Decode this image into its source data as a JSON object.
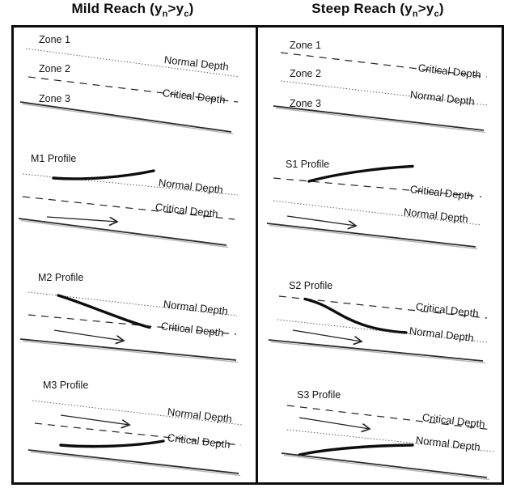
{
  "figure": {
    "left": {
      "title": {
        "pre": "Mild Reach (y",
        "sub_n": "n",
        "gt": ">y",
        "sub_c": "c",
        "close": ")"
      },
      "zones": {
        "zone_1": "Zone 1",
        "zone_2": "Zone 2",
        "zone_3": "Zone 3",
        "upper_line_label": "Normal Depth",
        "lower_line_label": "Critical Depth"
      },
      "profiles": [
        {
          "name": "M1 Profile",
          "upper_line_label": "Normal Depth",
          "lower_line_label": "Critical Depth"
        },
        {
          "name": "M2 Profile",
          "upper_line_label": "Normal Depth",
          "lower_line_label": "Critical Depth"
        },
        {
          "name": "M3 Profile",
          "upper_line_label": "Normal Depth",
          "lower_line_label": "Critical Depth"
        }
      ]
    },
    "right": {
      "title": {
        "pre": "Steep Reach (y",
        "sub_n": "n",
        "gt": ">y",
        "sub_c": "c",
        "close": ")"
      },
      "zones": {
        "zone_1": "Zone 1",
        "zone_2": "Zone 2",
        "zone_3": "Zone 3",
        "upper_line_label": "Critical Depth",
        "lower_line_label": "Normal Depth"
      },
      "profiles": [
        {
          "name": "S1 Profile",
          "upper_line_label": "Critical Depth",
          "lower_line_label": "Normal Depth"
        },
        {
          "name": "S2 Profile",
          "upper_line_label": "Critical Depth",
          "lower_line_label": "Normal Depth"
        },
        {
          "name": "S3 Profile",
          "upper_line_label": "Critical Depth",
          "lower_line_label": "Normal Depth"
        }
      ]
    },
    "line_styles": {
      "normal_depth": "dotted",
      "critical_depth": "dashed",
      "channel_bed": "solid",
      "flow_arrow": "right-arrow"
    },
    "colors": {
      "ink": "#151515",
      "line": "#222222",
      "dotted_line": "#555555",
      "bed_shadow": "#b8b8b8",
      "background": "#ffffff"
    }
  }
}
